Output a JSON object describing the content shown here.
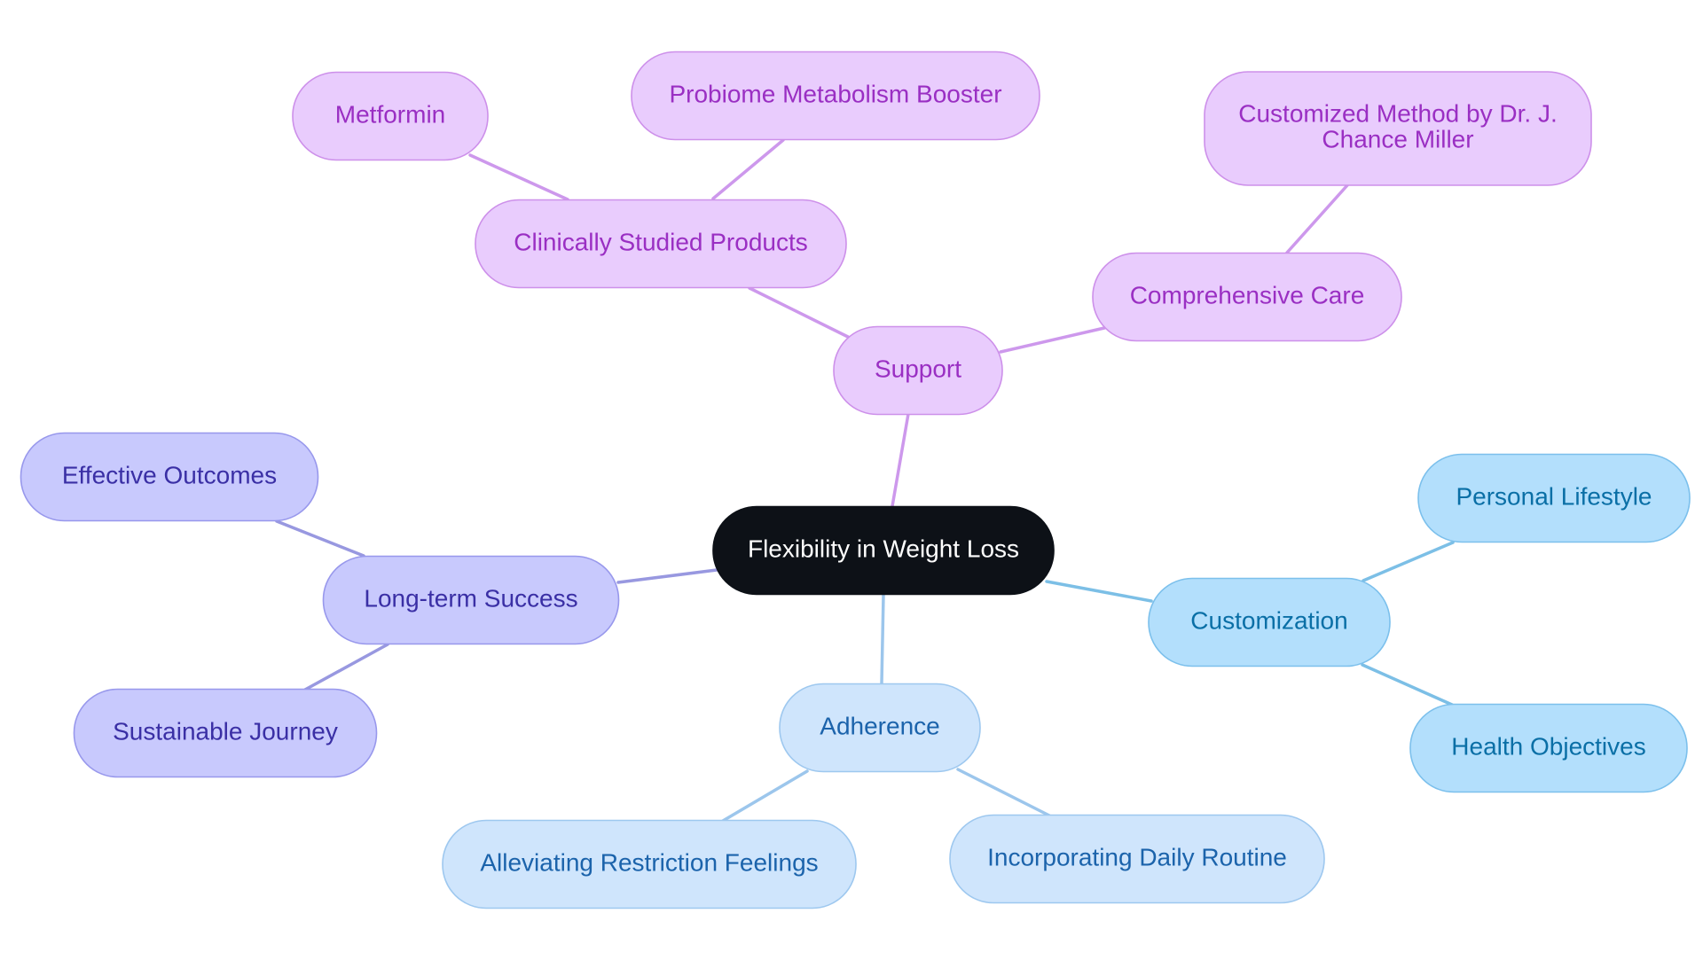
{
  "diagram": {
    "type": "mindmap",
    "root": {
      "id": "root",
      "label": "Flexibility in Weight Loss",
      "theme": "root"
    },
    "nodes": [
      {
        "id": "support",
        "label": "Support",
        "theme": "purple",
        "parent": "root"
      },
      {
        "id": "clinical",
        "label": "Clinically Studied Products",
        "theme": "purple",
        "parent": "support"
      },
      {
        "id": "metformin",
        "label": "Metformin",
        "theme": "purple",
        "parent": "clinical"
      },
      {
        "id": "probiome",
        "label": "Probiome Metabolism Booster",
        "theme": "purple",
        "parent": "clinical"
      },
      {
        "id": "comprehensive",
        "label": "Comprehensive Care",
        "theme": "purple",
        "parent": "support"
      },
      {
        "id": "customized",
        "label": "Customized Method by Dr. J. Chance Miller",
        "lines": [
          "Customized Method by Dr. J.",
          "Chance Miller"
        ],
        "theme": "purple",
        "parent": "comprehensive"
      },
      {
        "id": "longterm",
        "label": "Long-term Success",
        "theme": "indigo",
        "parent": "root"
      },
      {
        "id": "effective",
        "label": "Effective Outcomes",
        "theme": "indigo",
        "parent": "longterm"
      },
      {
        "id": "sustainable",
        "label": "Sustainable Journey",
        "theme": "indigo",
        "parent": "longterm"
      },
      {
        "id": "customization",
        "label": "Customization",
        "theme": "sky",
        "parent": "root"
      },
      {
        "id": "personal",
        "label": "Personal Lifestyle",
        "theme": "sky",
        "parent": "customization"
      },
      {
        "id": "health",
        "label": "Health Objectives",
        "theme": "sky",
        "parent": "customization"
      },
      {
        "id": "adherence",
        "label": "Adherence",
        "theme": "blue",
        "parent": "root"
      },
      {
        "id": "alleviating",
        "label": "Alleviating Restriction Feelings",
        "theme": "blue",
        "parent": "adherence"
      },
      {
        "id": "incorporating",
        "label": "Incorporating Daily Routine",
        "theme": "blue",
        "parent": "adherence"
      }
    ]
  },
  "themes": {
    "root": {
      "fill": "#0d1117",
      "stroke": "#0d1117",
      "text": "#ffffff"
    },
    "purple": {
      "fill": "#e9ccfd",
      "stroke": "#cd90ea",
      "text": "#9a2fc3",
      "edge": "#cd98ec"
    },
    "indigo": {
      "fill": "#c8c9fd",
      "stroke": "#9898ec",
      "text": "#3a2fa5",
      "edge": "#9898e0"
    },
    "sky": {
      "fill": "#b3dffc",
      "stroke": "#7cc0ec",
      "text": "#0a6fa6",
      "edge": "#7cbfe6"
    },
    "blue": {
      "fill": "#cfe5fc",
      "stroke": "#9ec8ef",
      "text": "#1b63ab",
      "edge": "#9cc6ec"
    }
  }
}
